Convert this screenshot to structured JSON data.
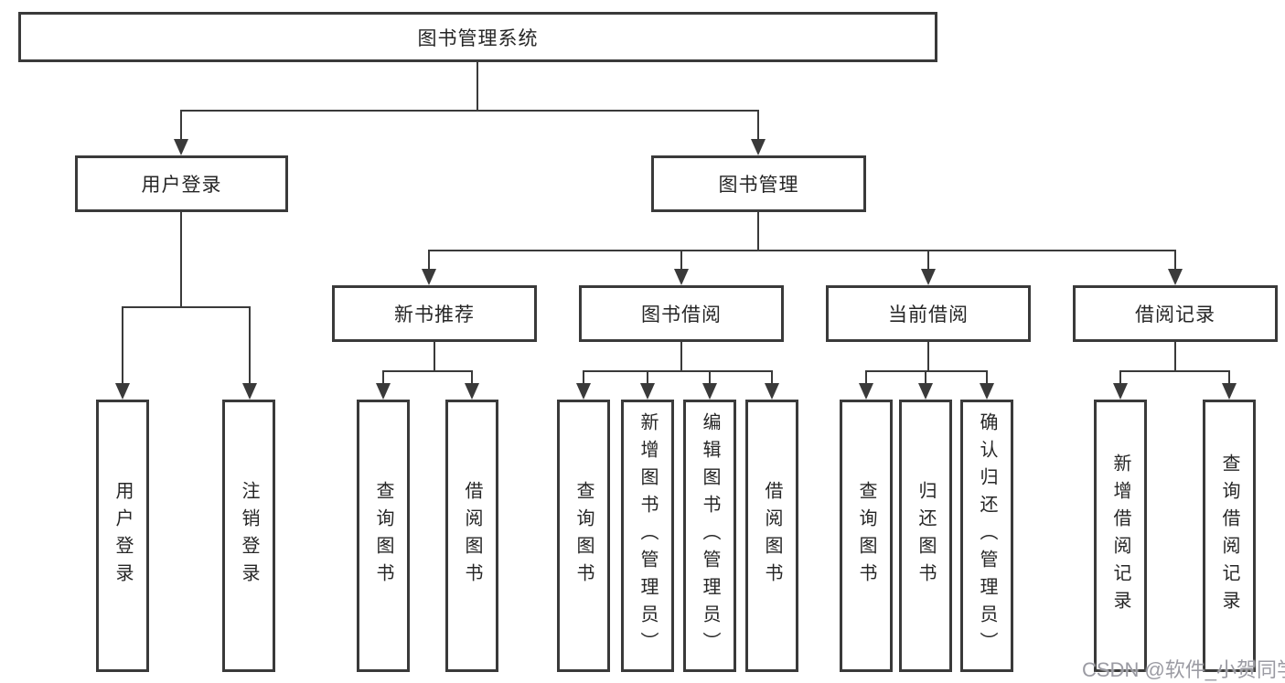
{
  "diagram": {
    "root": {
      "label": "图书管理系统"
    },
    "level2": [
      {
        "label": "用户登录"
      },
      {
        "label": "图书管理"
      }
    ],
    "level3": [
      {
        "label": "新书推荐"
      },
      {
        "label": "图书借阅"
      },
      {
        "label": "当前借阅"
      },
      {
        "label": "借阅记录"
      }
    ],
    "leaves": {
      "login": [
        {
          "label": "用户登录"
        },
        {
          "label": "注销登录"
        }
      ],
      "recommend": [
        {
          "label": "查询图书"
        },
        {
          "label": "借阅图书"
        }
      ],
      "borrow": [
        {
          "label": "查询图书"
        },
        {
          "label": "新增图书（管理员）"
        },
        {
          "label": "编辑图书（管理员）"
        },
        {
          "label": "借阅图书"
        }
      ],
      "current": [
        {
          "label": "查询图书"
        },
        {
          "label": "归还图书"
        },
        {
          "label": "确认归还（管理员）"
        }
      ],
      "records": [
        {
          "label": "新增借阅记录"
        },
        {
          "label": "查询借阅记录"
        }
      ]
    }
  },
  "watermark": {
    "text": "CSDN @软件_小贺同学"
  },
  "colors": {
    "line": "#3a3a3a",
    "text": "#262626",
    "watermark": "#9b9ba3",
    "background": "#ffffff"
  }
}
